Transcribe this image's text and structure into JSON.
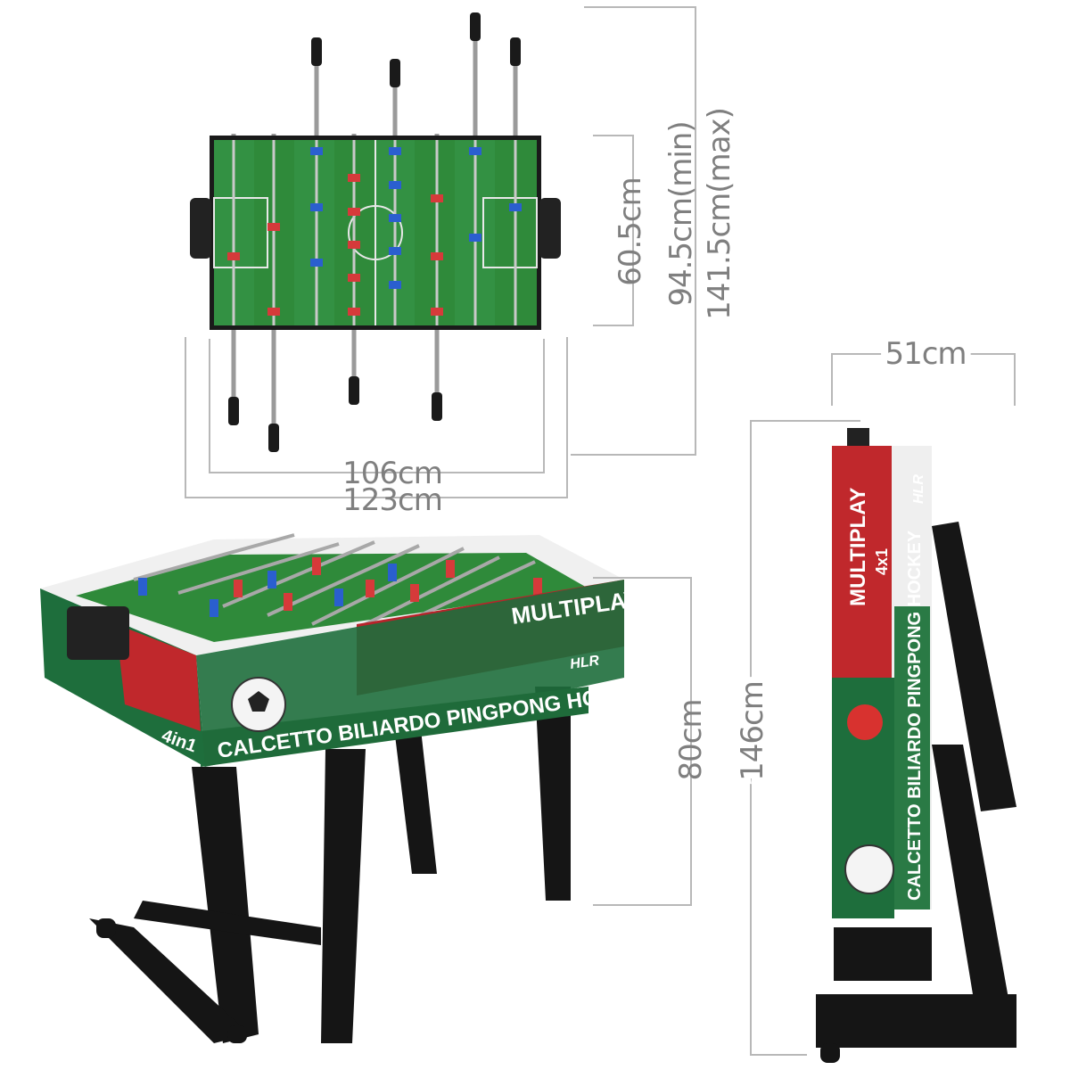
{
  "dimensions": {
    "top_height_inner": "60.5cm",
    "height_min": "94.5cm(min)",
    "height_max": "141.5cm(max)",
    "width_inner": "106cm",
    "width_outer": "123cm",
    "folded_depth": "51cm",
    "table_height": "80cm",
    "folded_height": "146cm"
  },
  "branding": {
    "side_text": "CALCETTO BILIARDO PINGPONG HOCKEY",
    "product_name": "MULTIPLAY",
    "variant": "4in1",
    "variant_alt": "4x1",
    "logo": "HLR"
  },
  "colors": {
    "pitch_green": "#2f8a3a",
    "panel_red": "#c0282c",
    "panel_green": "#1e6e3c",
    "frame_black": "#1a1a1a",
    "dim_gray": "#7f7f7f"
  }
}
